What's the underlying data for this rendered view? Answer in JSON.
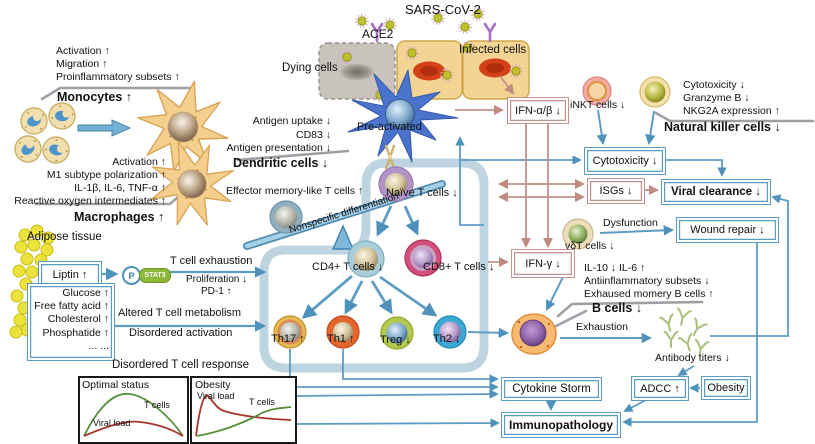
{
  "top": {
    "sars_cov_2": "SARS-CoV-2",
    "ace2": "ACE2",
    "dying_cells": "Dying cells",
    "infected_cells": "Infected cells",
    "pre_activated": "Pre-activated"
  },
  "monocytes": {
    "annotations": [
      "Activation ↑",
      "Migration ↑",
      "Proinflammatory subsets ↑"
    ],
    "title": "Monocytes ↑"
  },
  "macrophages": {
    "annotations": [
      "Activation ↑",
      "M1 subtype polarization ↑",
      "IL-1β, IL-6, TNF-α ↑",
      "Reactive oxygen intermediates ↑"
    ],
    "title": "Macrophages ↑"
  },
  "dendritic_cells": {
    "annotations": [
      "Antigen uptake ↓",
      "CD83 ↓",
      "Antigen presentation ↓"
    ],
    "title": "Dendritic cells ↓"
  },
  "natural_killer": {
    "annotations": [
      "Cytotoxicity ↓",
      "Granzyme B ↓",
      "NKG2A expression ↑"
    ],
    "title": "Natural killer cells ↓"
  },
  "inkt": {
    "label": "iNKT cells ↓"
  },
  "adipose": {
    "title": "Adipose tissue",
    "leptin": "Liptin ↑",
    "p": "P",
    "stat3": "STAT3",
    "exhaustion": "T cell exhaustion",
    "proliferation": "Proliferation ↓",
    "pd1": "PD-1 ↑",
    "metabolites": [
      "Glucose ↑",
      "Free fatty acid ↑",
      "Cholesterol ↑",
      "Phosphatide ↑",
      "... ..."
    ],
    "metabolism": "Altered T cell metabolism",
    "disordered": "Disordered activation"
  },
  "t_cells": {
    "effector_memory": "Effector memory-like T cells ↑",
    "naive": "Naïve T cells ↓",
    "nonspecific": "Nonspecific differentiation",
    "cd4": "CD4+ T cells ↓",
    "cd8": "CD8+ T cells ↓",
    "th17": "Th17 ↑",
    "th1": "Th1 ↑",
    "treg": "Treg ↓",
    "th2": "Th2 ↓",
    "gamma_delta": "γδT cells ↓",
    "dysfunction": "Dysfunction"
  },
  "b_cells": {
    "annotations": [
      "IL-10 ↓ IL-6 ↑",
      "Antiinflammatory subsets ↓",
      "Exhaused momery B cells ↑"
    ],
    "title": "B cells ↓",
    "exhaustion": "Exhaustion",
    "antibody_titers": "Antibody titers ↓"
  },
  "boxes": {
    "ifn_ab": "IFN-α/β ↓",
    "isgs": "ISGs ↓",
    "ifn_g": "IFN-γ ↓",
    "cytotoxicity": "Cytotoxicity ↓",
    "viral_clearance": "Viral clearance ↓",
    "wound_repair": "Wound repair ↓",
    "cytokine_storm": "Cytokine Storm",
    "adcc": "ADCC ↑",
    "obesity": "Obesity",
    "immunopathology": "Immunopathology"
  },
  "graphs": {
    "caption": "Disordered T cell response",
    "panels": [
      {
        "title": "Optimal status",
        "curve_green": "T cells",
        "curve_red": "Viral load"
      },
      {
        "title": "Obesity",
        "curve_red": "Viral load",
        "curve_green": "T cells"
      }
    ]
  },
  "colors": {
    "blue_arrow": "#4e92bc",
    "pink_arrow": "#bf8b80",
    "box_blue": "#5d9cc2",
    "box_pink": "#c4928a",
    "container_band": "#bed5e1",
    "t_cells_curve": "#5a8f3c",
    "viral_load_curve": "#a8342c"
  }
}
